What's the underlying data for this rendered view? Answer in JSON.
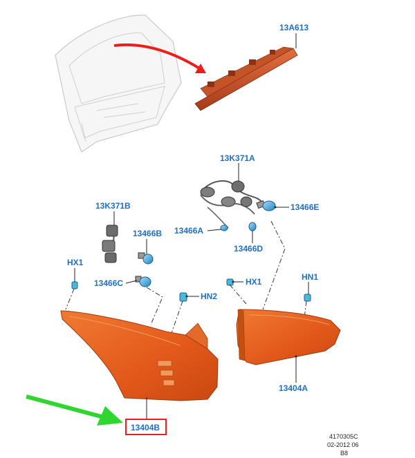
{
  "callouts": {
    "hmsl": "13A613",
    "socket_a": "13K371A",
    "socket_b": "13K371B",
    "bulb_e": "13466E",
    "bulb_a": "13466A",
    "bulb_b": "13466B",
    "bulb_d": "13466D",
    "bulb_c": "13466C",
    "clip_hx1_left": "HX1",
    "clip_hx1_right": "HX1",
    "clip_hn2": "HN2",
    "clip_hn1": "HN1",
    "lamp_outer": "13404B",
    "lamp_inner": "13404A"
  },
  "footer": {
    "ref_code": "4170305C",
    "date": "02-2012 06",
    "rev": "B8"
  },
  "colors": {
    "callout_text": "#1f6fc5",
    "lamp_orange": "#e8601e",
    "arrow_red": "#ee1c1c",
    "arrow_green": "#2fd62f",
    "highlight_box": "#ee1c1c",
    "bulb_blue": "#3aa6e0"
  }
}
